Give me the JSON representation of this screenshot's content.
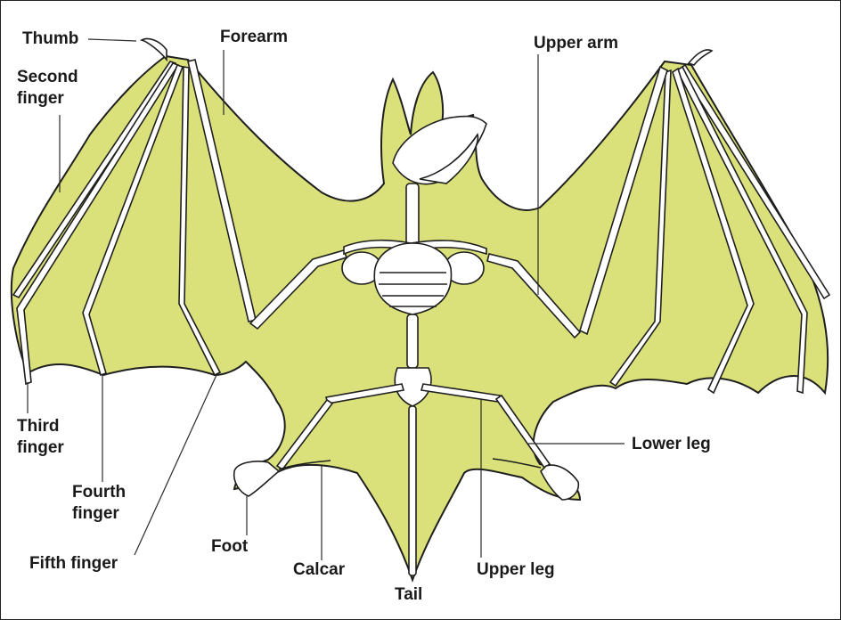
{
  "colors": {
    "membrane": "#dbe17a",
    "bone": "#ffffff",
    "outline": "#1f1f1f",
    "label_text": "#1a1a1a",
    "leader": "#2a2a2a"
  },
  "labels": {
    "thumb": "Thumb",
    "second_finger_line1": "Second",
    "second_finger_line2": "finger",
    "forearm": "Forearm",
    "upper_arm": "Upper arm",
    "third_finger_line1": "Third",
    "third_finger_line2": "finger",
    "fourth_finger_line1": "Fourth",
    "fourth_finger_line2": "finger",
    "fifth_finger": "Fifth finger",
    "foot": "Foot",
    "calcar": "Calcar",
    "tail": "Tail",
    "upper_leg": "Upper leg",
    "lower_leg": "Lower leg"
  }
}
